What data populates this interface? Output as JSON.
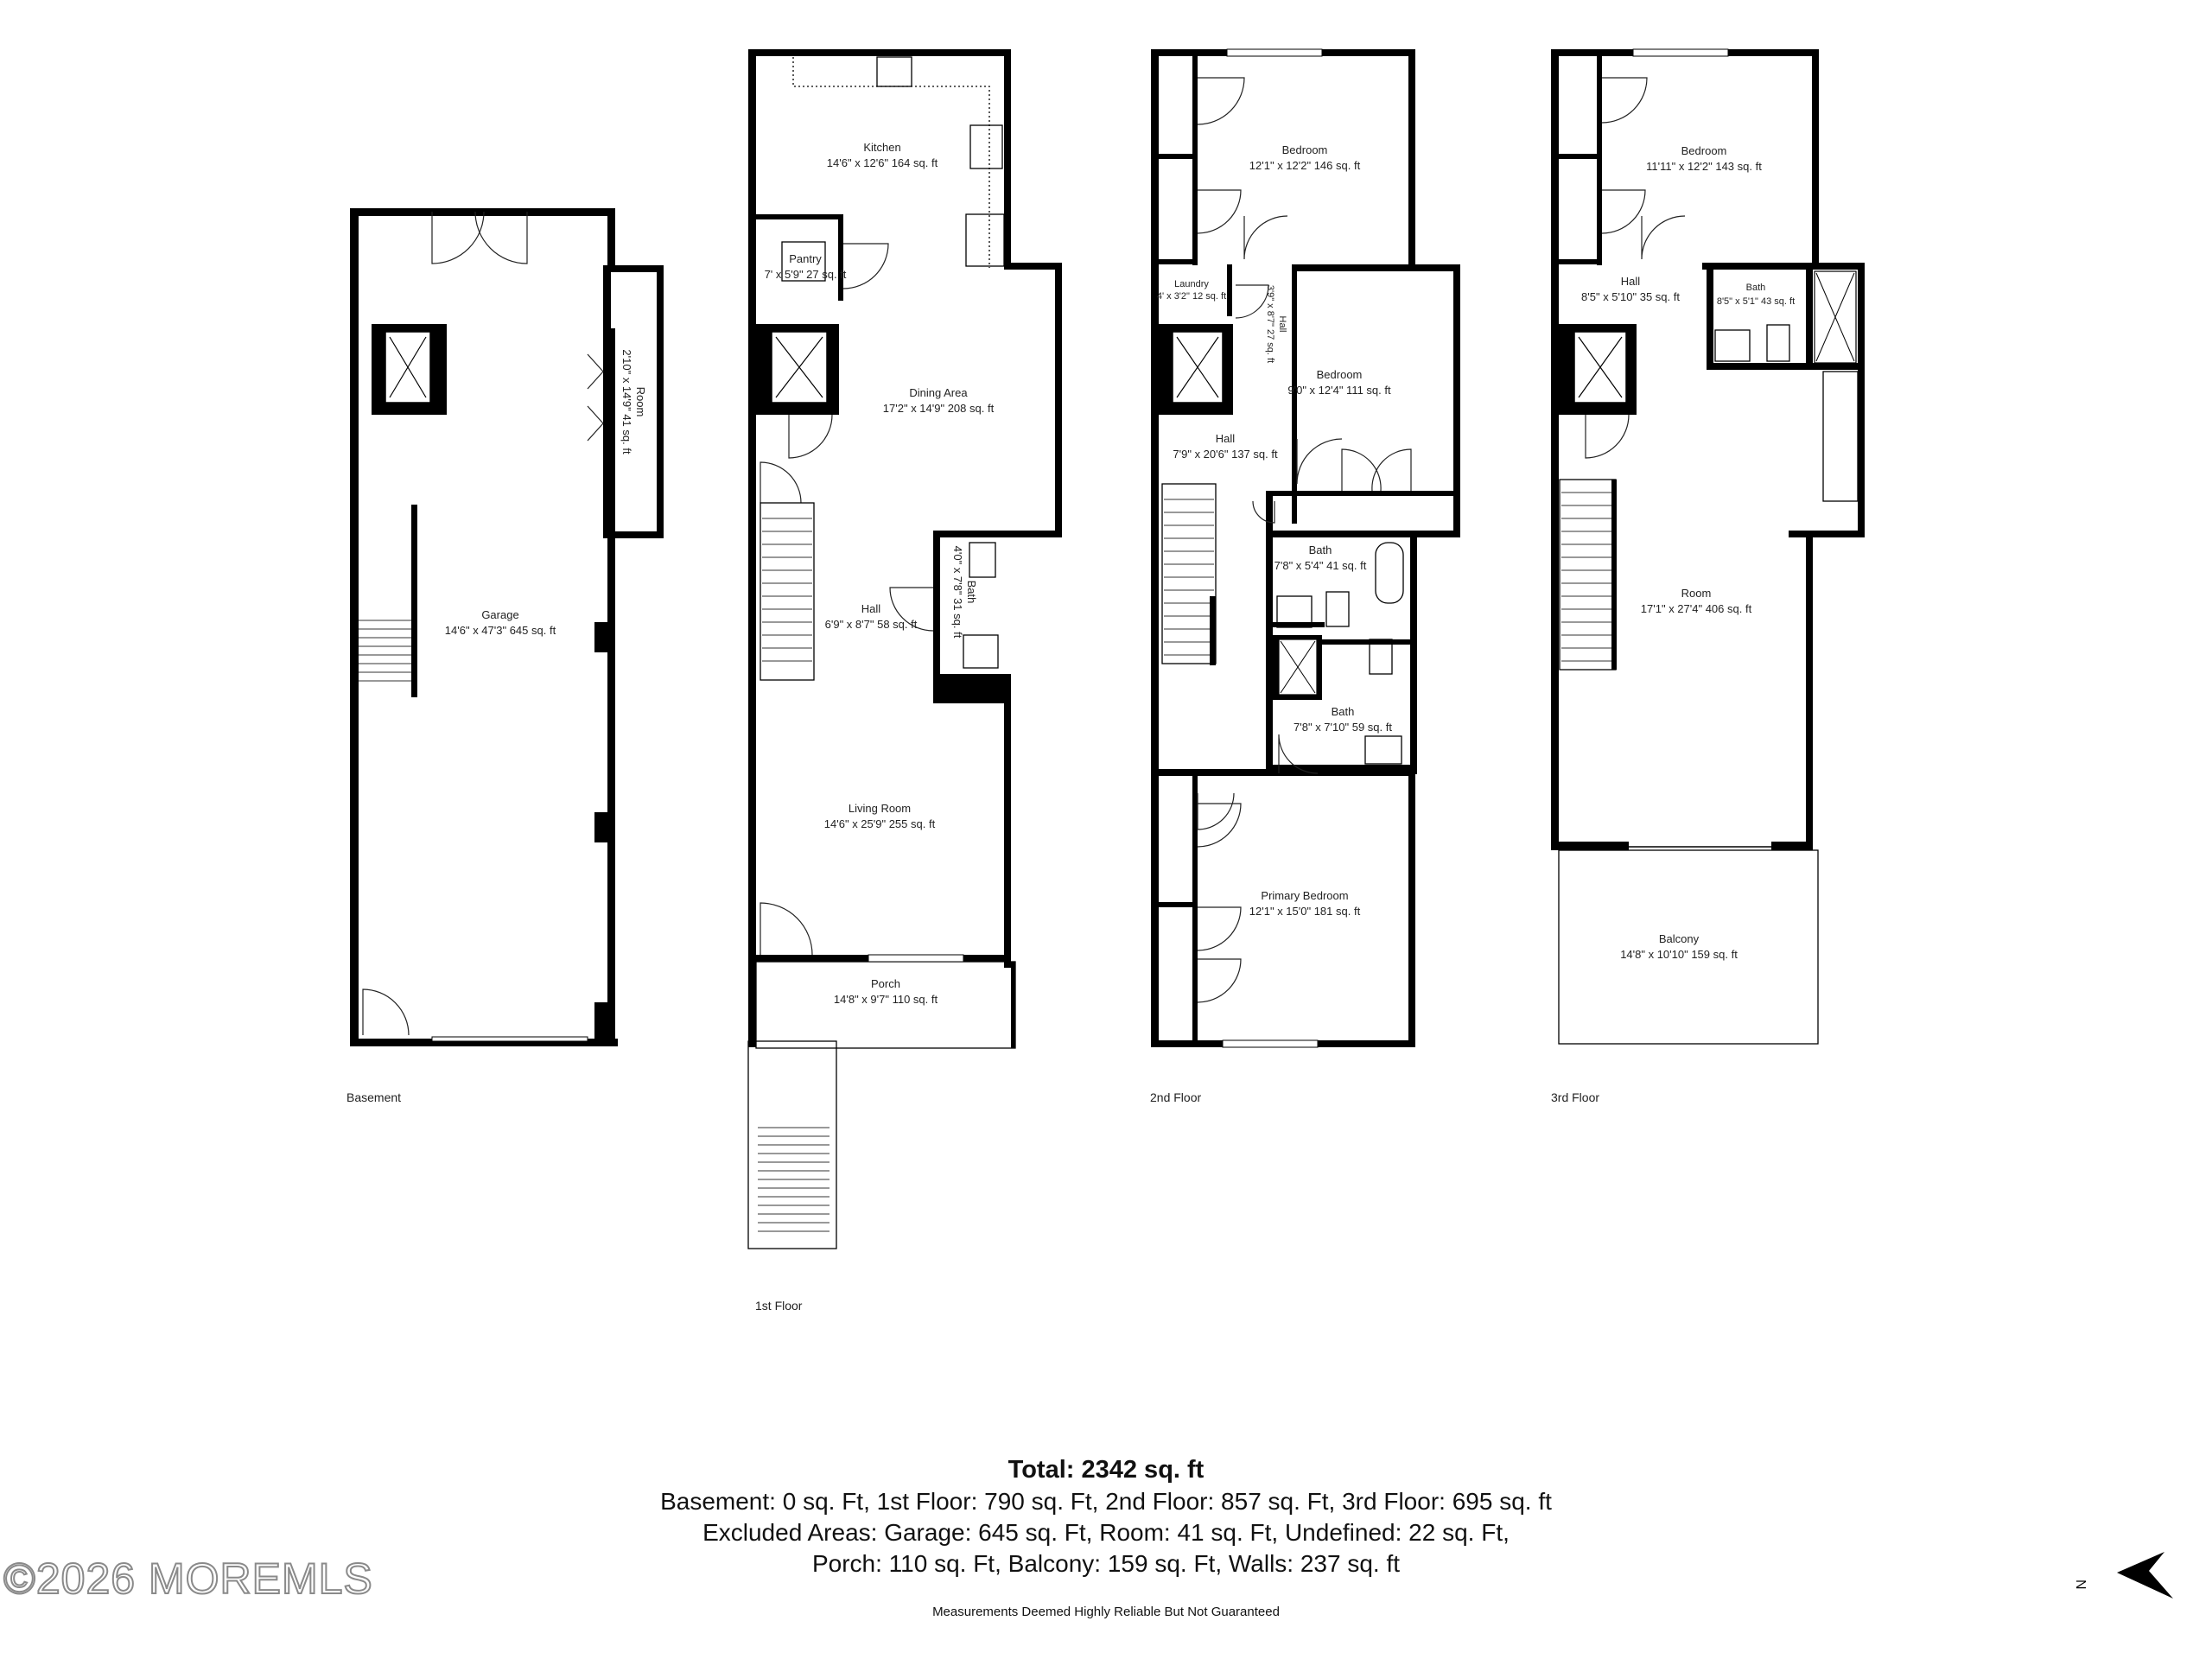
{
  "floors": [
    {
      "name": "Basement",
      "rooms": [
        {
          "name": "Garage",
          "dims": "14'6\" x 47'3\" 645 sq. ft"
        },
        {
          "name": "Room",
          "dims": "2'10\" x 14'9\" 41 sq. ft"
        }
      ]
    },
    {
      "name": "1st Floor",
      "rooms": [
        {
          "name": "Kitchen",
          "dims": "14'6\" x 12'6\" 164 sq. ft"
        },
        {
          "name": "Pantry",
          "dims": "7' x 5'9\" 27 sq. ft"
        },
        {
          "name": "Dining Area",
          "dims": "17'2\" x 14'9\" 208 sq. ft"
        },
        {
          "name": "Hall",
          "dims": "6'9\" x 8'7\" 58 sq. ft"
        },
        {
          "name": "Bath",
          "dims": "4'0\" x 7'8\" 31 sq. ft"
        },
        {
          "name": "Living Room",
          "dims": "14'6\" x 25'9\" 255 sq. ft"
        },
        {
          "name": "Porch",
          "dims": "14'8\" x 9'7\" 110 sq. ft"
        }
      ]
    },
    {
      "name": "2nd Floor",
      "rooms": [
        {
          "name": "Bedroom",
          "dims": "12'1\" x 12'2\" 146 sq. ft"
        },
        {
          "name": "Laundry",
          "dims": "4' x 3'2\" 12 sq. ft"
        },
        {
          "name": "Hall",
          "dims": "3'9\" x 8'7\" 27 sq. ft"
        },
        {
          "name": "Bedroom",
          "dims": "9'0\" x 12'4\" 111 sq. ft"
        },
        {
          "name": "Hall",
          "dims": "7'9\" x 20'6\" 137 sq. ft"
        },
        {
          "name": "Bath",
          "dims": "7'8\" x 5'4\" 41 sq. ft"
        },
        {
          "name": "Bath",
          "dims": "7'8\" x 7'10\" 59 sq. ft"
        },
        {
          "name": "Primary Bedroom",
          "dims": "12'1\" x 15'0\" 181 sq. ft"
        }
      ]
    },
    {
      "name": "3rd Floor",
      "rooms": [
        {
          "name": "Bedroom",
          "dims": "11'11\" x 12'2\" 143 sq. ft"
        },
        {
          "name": "Hall",
          "dims": "8'5\" x 5'10\" 35 sq. ft"
        },
        {
          "name": "Bath",
          "dims": "8'5\" x 5'1\" 43 sq. ft"
        },
        {
          "name": "Room",
          "dims": "17'1\" x 27'4\" 406 sq. ft"
        },
        {
          "name": "Balcony",
          "dims": "14'8\" x 10'10\" 159 sq. ft"
        }
      ]
    }
  ],
  "summary": {
    "total": "Total: 2342 sq. ft",
    "line1": "Basement: 0 sq. Ft, 1st Floor: 790 sq. Ft, 2nd Floor: 857 sq. Ft, 3rd Floor: 695 sq. ft",
    "line2": "Excluded Areas: Garage: 645 sq. Ft, Room: 41 sq. Ft, Undefined: 22 sq. Ft,",
    "line3": "Porch: 110 sq. Ft, Balcony: 159 sq. Ft, Walls: 237 sq. ft"
  },
  "disclaimer": "Measurements Deemed Highly Reliable But Not Guaranteed",
  "watermark": "©2026 MOREMLS",
  "compass": {
    "label": "N",
    "icon": "north-arrow-icon"
  },
  "colors": {
    "wall": "#000000",
    "background": "#ffffff",
    "text": "#222222"
  }
}
